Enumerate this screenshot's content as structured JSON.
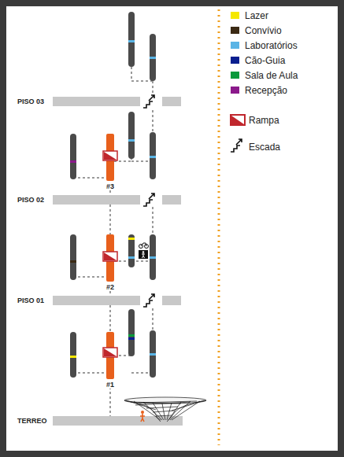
{
  "diagram": {
    "nodes": [
      {
        "text": [
          "PISO 03"
        ]
      },
      {
        "text": [
          "PISO 02"
        ]
      },
      {
        "text": [
          "PISO 01"
        ]
      },
      {
        "text": [
          "TERREO"
        ]
      }
    ],
    "labels": [
      "#3",
      "#2",
      "#1"
    ],
    "legend": [
      {
        "text": "Lazer",
        "color": "#f5e800"
      },
      {
        "text": "Convívio",
        "color": "#3b2a14"
      },
      {
        "text": "Laboratórios",
        "color": "#5ab4e5"
      },
      {
        "text": "Cão-Guia",
        "color": "#0a1f8f"
      },
      {
        "text": "Sala de Aula",
        "color": "#0a9a3c"
      },
      {
        "text": "Recepção",
        "color": "#8b1a8b"
      },
      {
        "text": "Rampa"
      },
      {
        "text": "Escada"
      }
    ]
  }
}
